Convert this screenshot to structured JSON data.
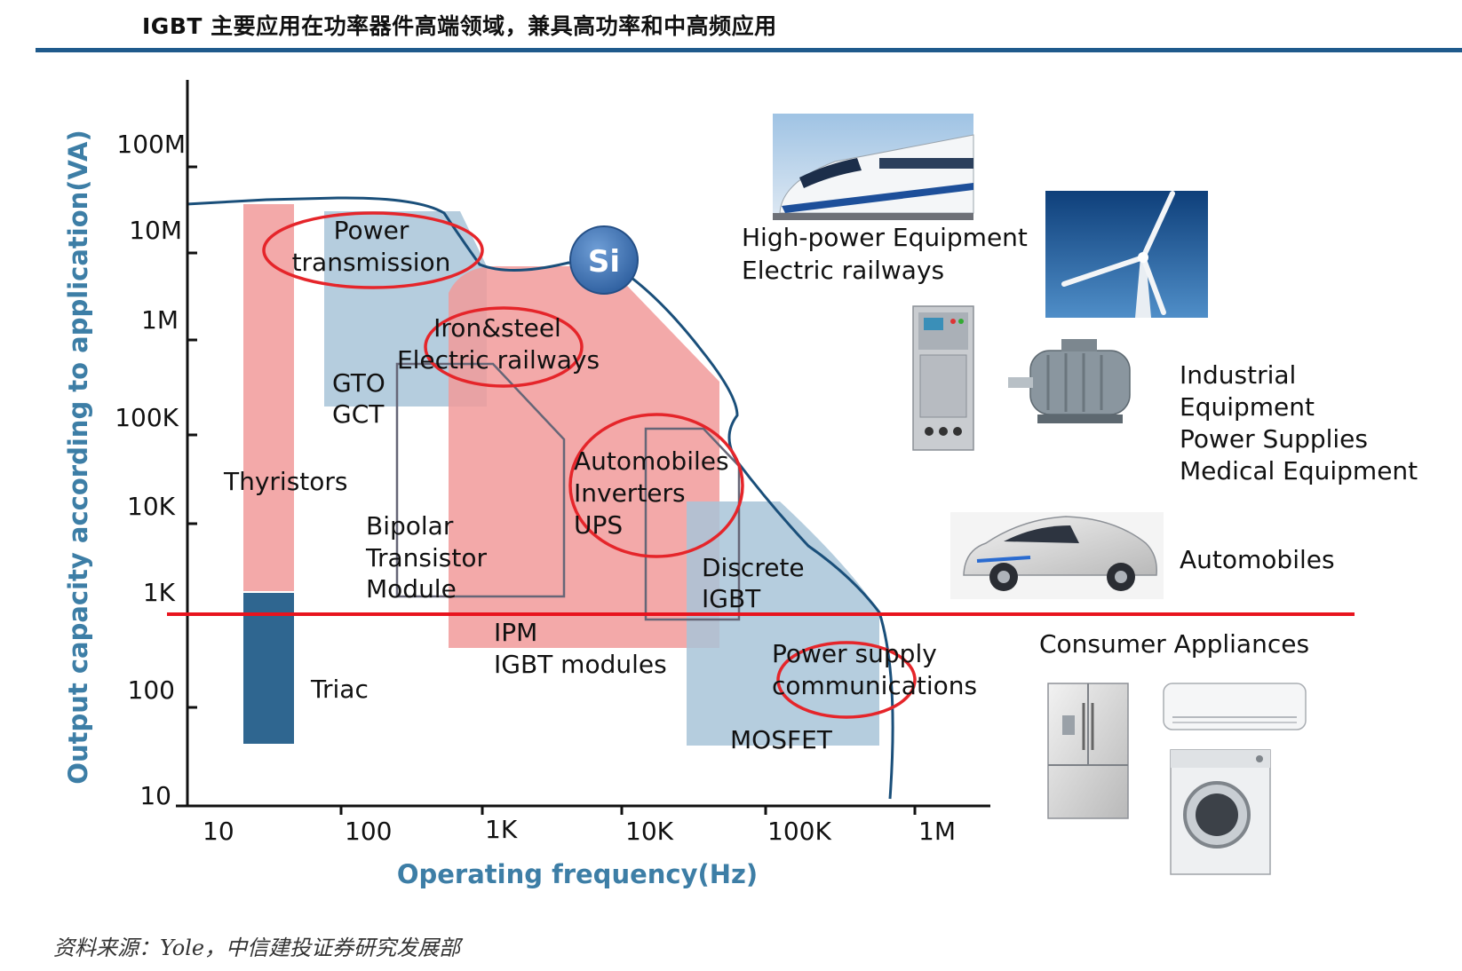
{
  "title": "IGBT 主要应用在功率器件高端领域，兼具高功率和中高频应用",
  "source": "资料来源：Yole，中信建投证券研究发展部",
  "colors": {
    "accent_rule": "#1f5a8c",
    "axis_title": "#3d7ea6",
    "red_region": "#f19a9a",
    "blue_region": "#a8c4d8",
    "dark_blue": "#2f6690",
    "si_boundary": "#1a4f7a",
    "threshold_line": "#e8141e",
    "highlight_ellipse": "#e5252a"
  },
  "axes": {
    "x_title": "Operating frequency(Hz)",
    "y_title": "Output capacity according to application(VA)",
    "x_ticks": [
      "10",
      "100",
      "1K",
      "10K",
      "100K",
      "1M"
    ],
    "y_ticks": [
      "100M",
      "10M",
      "1M",
      "100K",
      "10K",
      "1K",
      "100",
      "10"
    ]
  },
  "regions": {
    "thyristors": "Thyristors",
    "triac": "Triac",
    "gto_line1": "GTO",
    "gto_line2": "GCT",
    "bipolar_line1": "Bipolar",
    "bipolar_line2": "Transistor",
    "bipolar_line3": "Module",
    "ipm_line1": "IPM",
    "ipm_line2": "IGBT modules",
    "discrete_line1": "Discrete",
    "discrete_line2": "IGBT",
    "mosfet": "MOSFET",
    "si": "Si"
  },
  "highlights": {
    "power_transmission_line1": "Power",
    "power_transmission_line2": "transmission",
    "iron_line1": "Iron&steel",
    "iron_line2": "Electric railways",
    "auto_line1": "Automobiles",
    "auto_line2": "Inverters",
    "auto_line3": "UPS",
    "psu_line1": "Power supply",
    "psu_line2": "communications"
  },
  "applications": {
    "high_power_line1": "High-power Equipment",
    "high_power_line2": "Electric railways",
    "industrial_line1": "Industrial",
    "industrial_line2": "Equipment",
    "industrial_line3": "Power Supplies",
    "industrial_line4": "Medical Equipment",
    "automobiles": "Automobiles",
    "consumer": "Consumer Appliances"
  },
  "icons": {
    "train": "high-speed-train-icon",
    "wind_turbine": "wind-turbine-icon",
    "cabinet": "power-cabinet-icon",
    "motor": "electric-motor-icon",
    "car": "electric-car-icon",
    "fridge": "refrigerator-icon",
    "air_conditioner": "air-conditioner-icon",
    "washer": "washing-machine-icon"
  }
}
